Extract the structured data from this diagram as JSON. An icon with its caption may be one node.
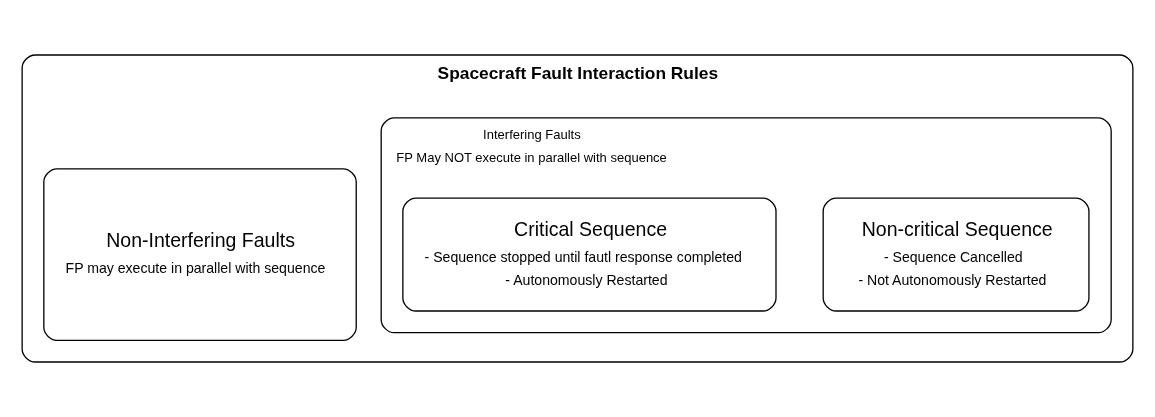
{
  "diagram": {
    "nodes": [
      {
        "text": [
          "Spacecraft Fault Interaction Rules"
        ]
      },
      {
        "text": [
          "Non-Interfering Faults",
          "FP may execute in parallel with sequence"
        ],
        "in": 0
      },
      {
        "text": [
          "Interfering Faults",
          "FP May NOT execute in parallel with sequence"
        ],
        "in": 0
      },
      {
        "text": [
          "Non-critical Sequence",
          "- Sequence Cancelled",
          "- Not Autonomously Restarted"
        ],
        "in": 2
      },
      {
        "text": [
          "Critical Sequence",
          "- Sequence stopped until fautl response completed",
          "- Autonomously Restarted"
        ],
        "in": 2
      }
    ]
  }
}
